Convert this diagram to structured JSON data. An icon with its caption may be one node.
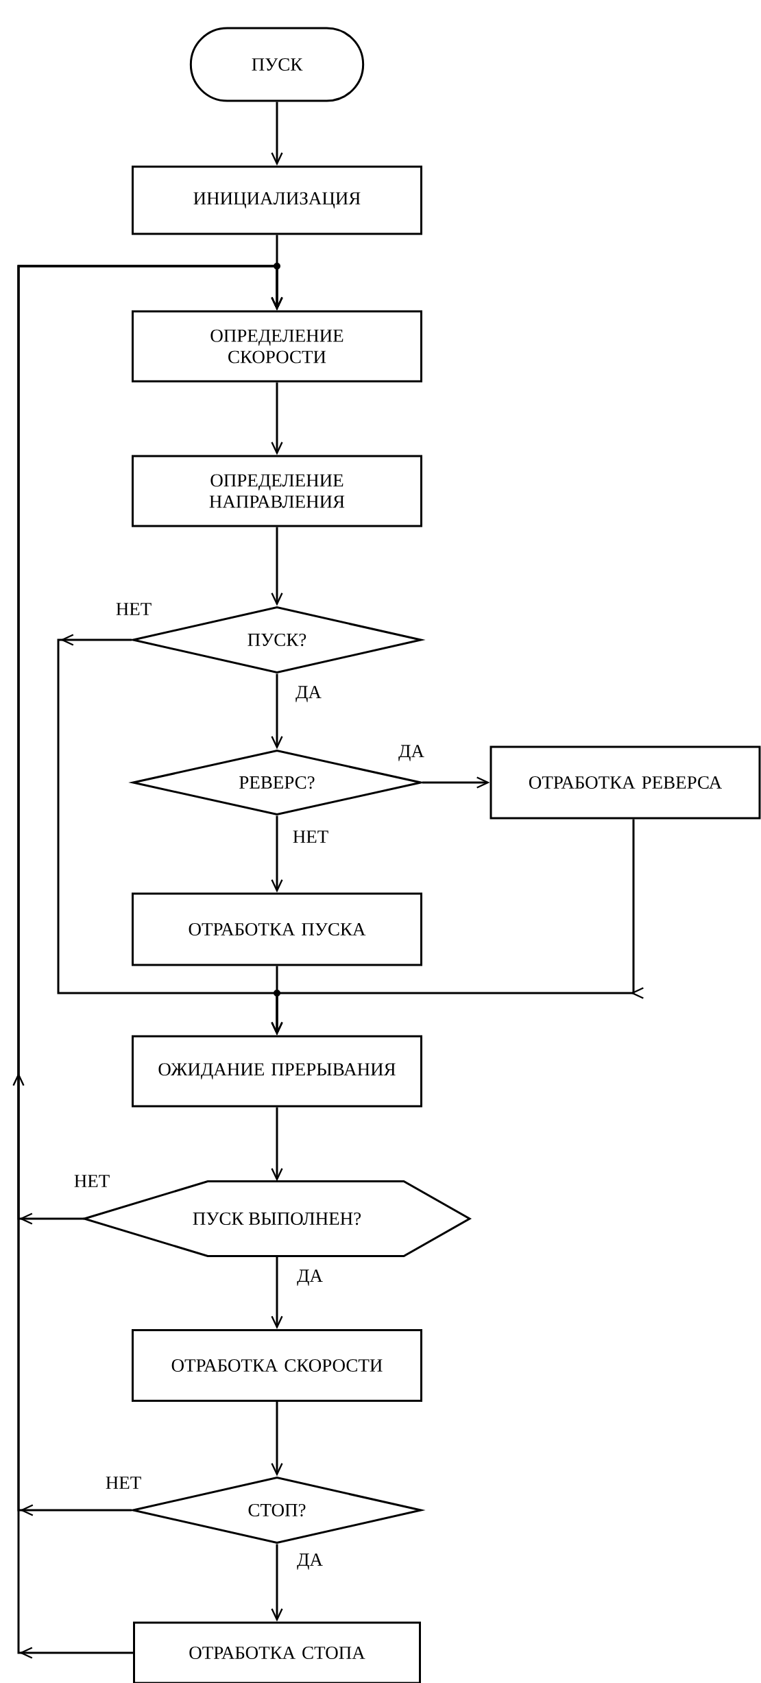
{
  "diagram": {
    "nodes": [
      {
        "text": [
          "ПУСК"
        ]
      },
      {
        "text": [
          "ИНИЦИАЛИЗАЦИЯ"
        ]
      },
      {
        "text": [
          "ОПРЕДЕЛЕНИЕ СКОРОСТИ"
        ]
      },
      {
        "text": [
          "ОПРЕДЕЛЕНИЕ НАПРАВЛЕНИЯ"
        ]
      },
      {
        "text": [
          "ПУСК?"
        ]
      },
      {
        "text": [
          "РЕВЕРС?"
        ]
      },
      {
        "text": [
          "ОТРАБОТКА РЕВЕРСА"
        ]
      },
      {
        "text": [
          "ОТРАБОТКА ПУСКА"
        ]
      },
      {
        "text": [
          "ОЖИДАНИЕ ПРЕРЫВАНИЯ"
        ]
      },
      {
        "text": [
          "ПУСК ВЫПОЛНЕН?"
        ]
      },
      {
        "text": [
          "ОТРАБОТКА СКОРОСТИ"
        ]
      },
      {
        "text": [
          "СТОП?"
        ]
      },
      {
        "text": [
          "ОТРАБОТКА СТОПА"
        ]
      }
    ],
    "edges": [
      {
        "from": 0,
        "to": 1,
        "arrow": "to"
      },
      {
        "from": 1,
        "to": 2,
        "arrow": "to"
      },
      {
        "from": 2,
        "to": 3,
        "arrow": "to"
      },
      {
        "from": 3,
        "to": 4,
        "arrow": "to"
      },
      {
        "from": 4,
        "to": 5,
        "arrow": "to",
        "label": "ДА"
      },
      {
        "from": 4,
        "to": 8,
        "arrow": "to",
        "label": "НЕТ"
      },
      {
        "from": 5,
        "to": 6,
        "arrow": "to",
        "label": "ДА"
      },
      {
        "from": 5,
        "to": 7,
        "arrow": "to",
        "label": "НЕТ"
      },
      {
        "from": 6,
        "to": 8,
        "arrow": "to"
      },
      {
        "from": 7,
        "to": 8,
        "arrow": "to"
      },
      {
        "from": 8,
        "to": 9,
        "arrow": "to"
      },
      {
        "from": 9,
        "to": 10,
        "arrow": "to",
        "label": "ДА"
      },
      {
        "from": 9,
        "to": 2,
        "arrow": "to",
        "label": "НЕТ"
      },
      {
        "from": 10,
        "to": 11,
        "arrow": "to"
      },
      {
        "from": 11,
        "to": 2,
        "arrow": "to",
        "label": "НЕТ"
      },
      {
        "from": 11,
        "to": 12,
        "arrow": "to",
        "label": "ДА"
      },
      {
        "from": 12,
        "to": 2,
        "arrow": "to"
      }
    ]
  }
}
